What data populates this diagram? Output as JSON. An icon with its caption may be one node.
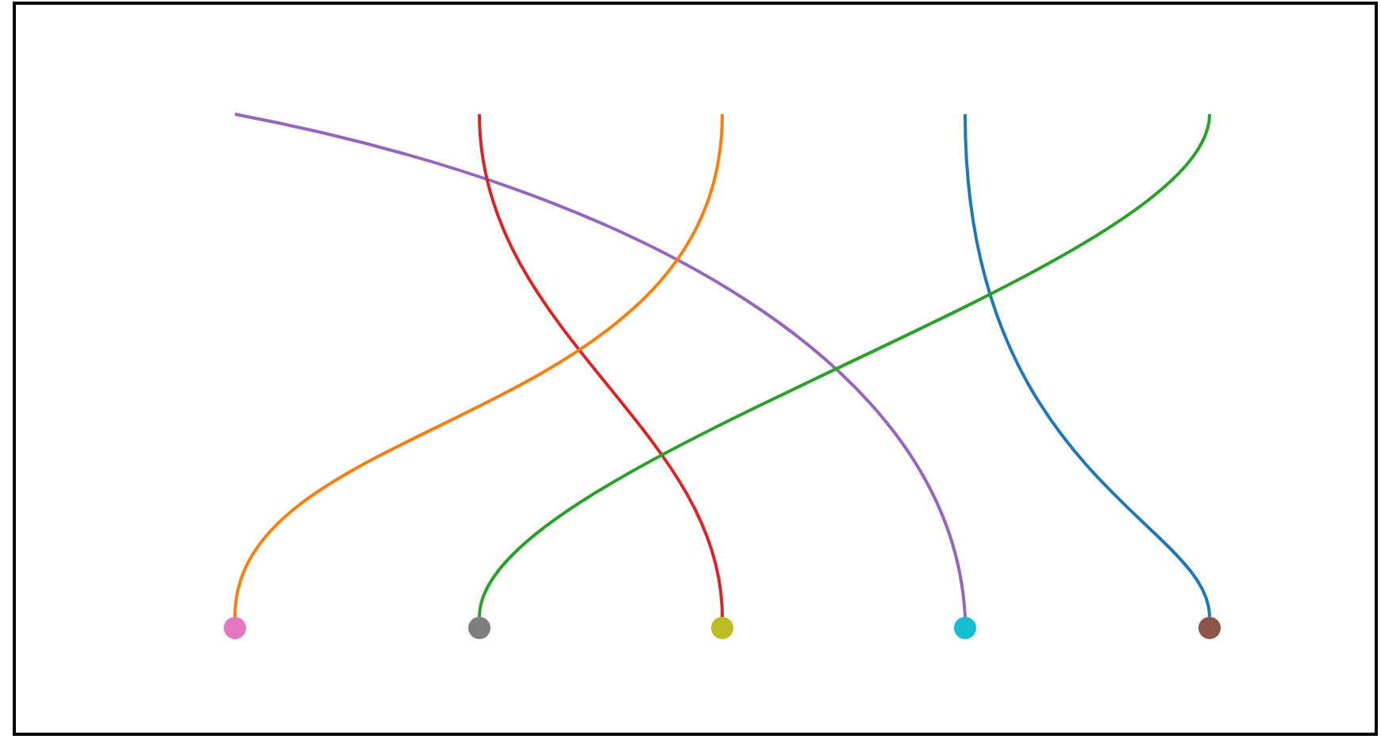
{
  "diagram": {
    "nodes": [
      {
        "text": [],
        "shape": "circle"
      },
      {
        "text": [],
        "shape": "circle"
      },
      {
        "text": [],
        "shape": "circle"
      },
      {
        "text": [],
        "shape": "circle"
      },
      {
        "text": [],
        "shape": "circle"
      }
    ],
    "edges": [
      {
        "from": null,
        "to": 3,
        "arrow": "none",
        "color": "#9467bd"
      },
      {
        "from": null,
        "to": 2,
        "arrow": "none",
        "color": "#d62728"
      },
      {
        "from": null,
        "to": 0,
        "arrow": "none",
        "color": "#ff7f0e"
      },
      {
        "from": null,
        "to": 4,
        "arrow": "none",
        "color": "#1f77b4"
      },
      {
        "from": null,
        "to": 1,
        "arrow": "none",
        "color": "#2ca02c"
      }
    ]
  }
}
